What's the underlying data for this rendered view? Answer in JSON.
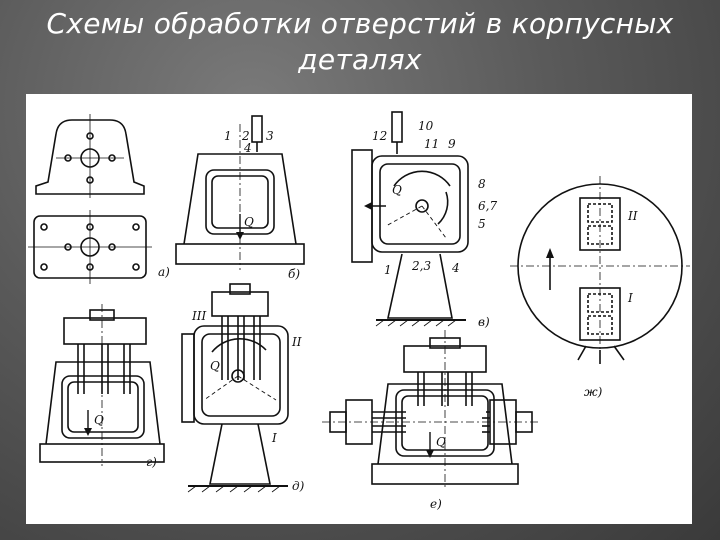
{
  "slide": {
    "title_line1": "Схемы обработки отверстий в корпусных",
    "title_line2": "деталях"
  },
  "figure": {
    "captions": {
      "a": "а)",
      "b": "б)",
      "v": "в)",
      "g": "г)",
      "d": "д)",
      "e": "е)",
      "zh": "ж)"
    },
    "force_label": "Q",
    "b_numbers": [
      "1",
      "2",
      "3",
      "4"
    ],
    "v_top_numbers": [
      "12",
      "10",
      "11",
      "9"
    ],
    "v_side_numbers": [
      "8",
      "6,7",
      "5"
    ],
    "v_bottom_numbers": [
      "1",
      "2,3",
      "4"
    ],
    "roman": {
      "one": "I",
      "two": "II",
      "three": "III"
    }
  }
}
